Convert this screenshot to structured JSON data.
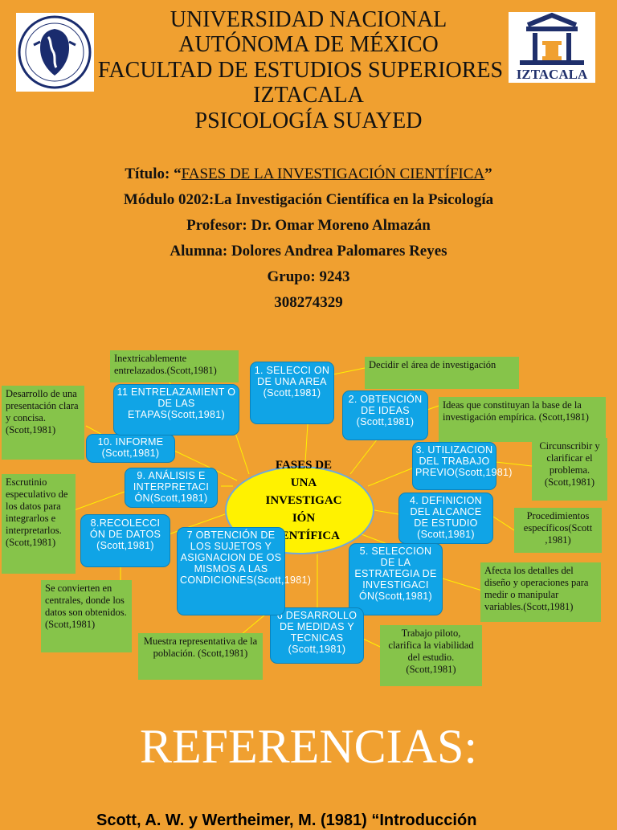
{
  "header": {
    "line1": "UNIVERSIDAD NACIONAL",
    "line2": "AUTÓNOMA DE MÉXICO",
    "line3": "FACULTAD DE ESTUDIOS SUPERIORES",
    "line4": "IZTACALA",
    "line5": "PSICOLOGÍA SUAYED",
    "right_logo_text": "IZTACALA"
  },
  "info": {
    "titulo_prefix": "Título: “",
    "titulo": "FASES DE LA INVESTIGACIÓN CIENTÍFICA",
    "titulo_suffix": "”",
    "modulo": "Módulo 0202:La Investigación Científica en la Psicología",
    "profesor": "Profesor: Dr. Omar Moreno Almazán",
    "alumna": "Alumna: Dolores Andrea Palomares Reyes",
    "grupo": "Grupo: 9243",
    "numero": "308274329"
  },
  "diagram": {
    "center": "FASES DE\nUNA\nINVESTIGAC\nIÓN\nCIENTÍFICA",
    "phases": {
      "p1": "1. SELECCI ON DE UNA AREA (Scott,1981)",
      "p2": "2. OBTENCIÓN DE IDEAS (Scott,1981)",
      "p3": "3. UTILIZACION DEL TRABAJO PREVIO(Scott,1981)",
      "p4": "4. DEFINICION DEL ALCANCE DE ESTUDIO (Scott,1981)",
      "p5": "5. SELECCION DE LA ESTRATEGIA DE INVESTIGACI ÓN(Scott,1981)",
      "p6": "6 DESARROLLO DE MEDIDAS Y TECNICAS (Scott,1981)",
      "p7": "7 OBTENCIÓN DE LOS SUJETOS Y ASIGNACION DE OS MISMOS A LAS CONDICIONES(Scott,1981)",
      "p8": "8.RECOLECCI ÓN DE DATOS (Scott,1981)",
      "p9": "9. ANÁLISIS E INTERPRETACI ÓN(Scott,1981)",
      "p10": "10. INFORME (Scott,1981)",
      "p11": "11 ENTRELAZAMIENT O DE LAS ETAPAS(Scott,1981)"
    },
    "notes": {
      "n1": "Decidir el área de investigación",
      "n2": "Ideas que constituyan la base de la investigación empírica. (Scott,1981)",
      "n3": "Circunscribir y clarificar el problema. (Scott,1981)",
      "n4": "Procedimientos específicos(Scott ,1981)",
      "n5": "Afecta los detalles del diseño y operaciones para medir o manipular variables.(Scott,1981)",
      "n6": "Trabajo piloto, clarifica la viabilidad del estudio.(Scott,1981)",
      "n7": "Muestra representativa de la población. (Scott,1981)",
      "n8": "Se convierten en centrales, donde los datos son obtenidos. (Scott,1981)",
      "n9": "Escrutinio especulativo de los datos para integrarlos e interpretarlos. (Scott,1981)",
      "n10": "Desarrollo de una presentación clara y concisa. (Scott,1981)",
      "n11": "Inextricablemente entrelazados.(Scott,1981)"
    }
  },
  "references": {
    "heading": "REFERENCIAS:",
    "cut_text": "Scott, A. W. y Wertheimer, M. (1981) “Introducción"
  },
  "colors": {
    "background": "#F0A030",
    "phase_box": "#10A4E6",
    "note_box": "#86C44A",
    "center_ellipse": "#FFF200",
    "connector": "#FFF200"
  }
}
